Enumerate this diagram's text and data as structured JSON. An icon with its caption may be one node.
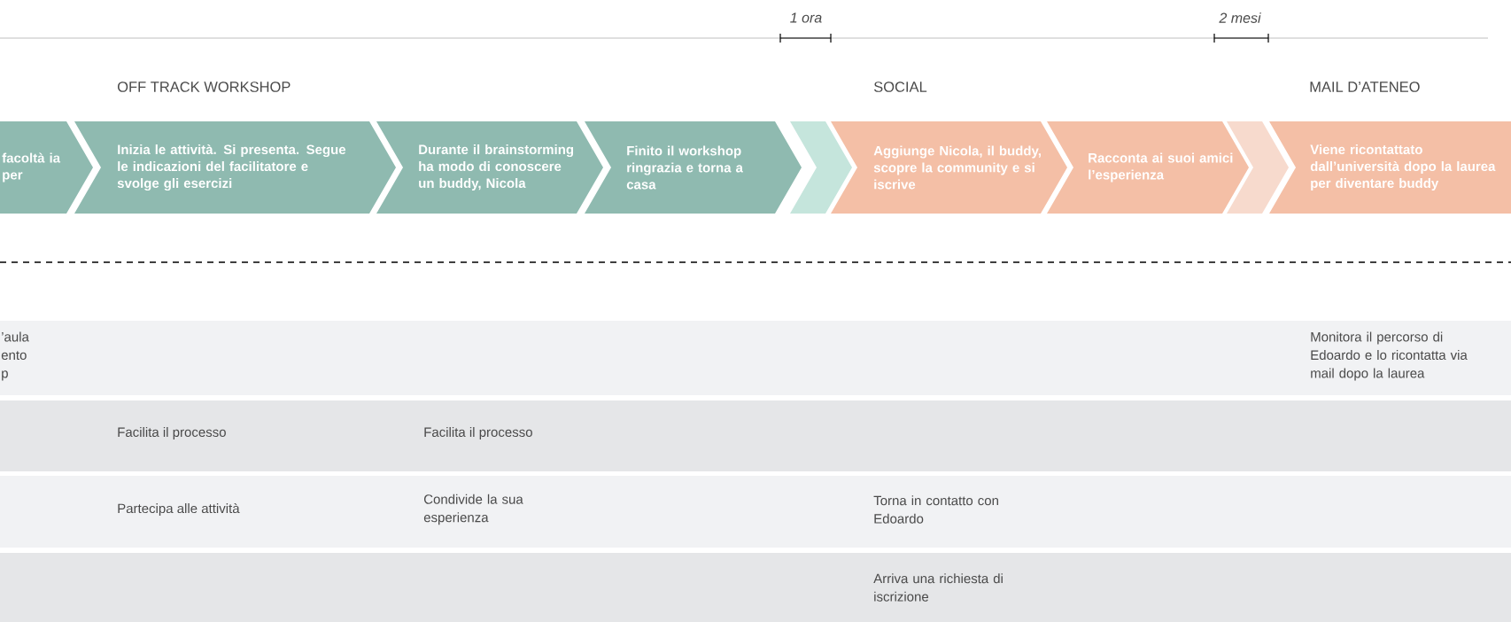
{
  "diagram": {
    "nodes": [
      {
        "text": [
          "facoltà ia per"
        ]
      },
      {
        "text": [
          "Inizia le attività. Si presenta. Segue le indicazioni del facilitatore e svolge gli esercizi"
        ]
      },
      {
        "text": [
          "Durante il brainstorming ha modo di conoscere un buddy, Nicola"
        ]
      },
      {
        "text": [
          "Finito il workshop ringrazia e torna a casa"
        ]
      },
      {
        "text": [],
        "shape": "chevron"
      },
      {
        "text": [
          "Aggiunge Nicola, il buddy, scopre la community e si iscrive"
        ]
      },
      {
        "text": [
          "Racconta ai suoi amici l’esperienza"
        ]
      },
      {
        "text": [],
        "shape": "chevron"
      },
      {
        "text": [
          "Viene ricontattato dall’università dopo la laurea per diventare buddy"
        ]
      }
    ],
    "labels": [
      "1 ora",
      "2 mesi",
      "OFF TRACK WORKSHOP",
      "SOCIAL",
      "MAIL D’ATENEO",
      "’aula ento p",
      "Monitora il percorso di Edoardo e lo ricontatta via mail dopo la laurea",
      "Facilita il processo",
      "Facilita il processo",
      "Partecipa alle attività",
      "Condivide la sua esperienza",
      "Torna in contatto con Edoardo",
      "Arriva una richiesta di iscrizione"
    ]
  }
}
